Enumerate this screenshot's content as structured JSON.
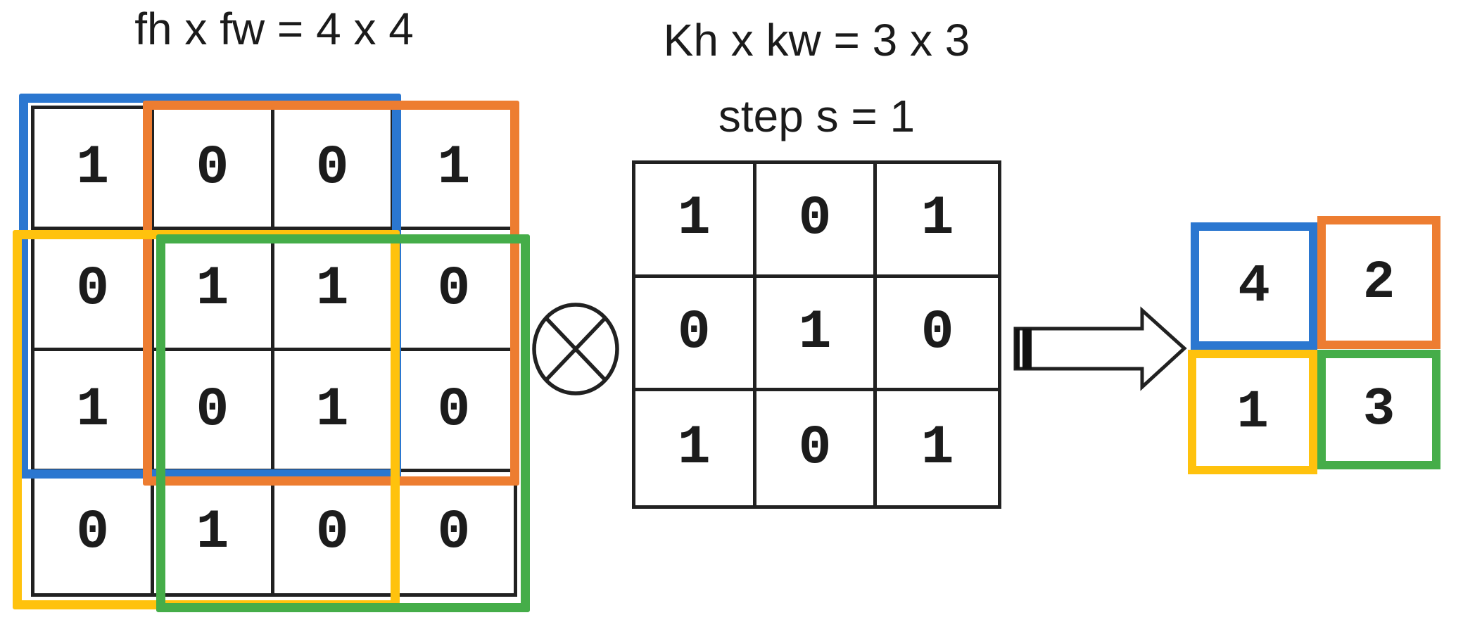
{
  "input_map": {
    "title": "fh x fw = 4 x 4",
    "rows": [
      [
        "1",
        "0",
        "0",
        "1"
      ],
      [
        "0",
        "1",
        "1",
        "0"
      ],
      [
        "1",
        "0",
        "1",
        "0"
      ],
      [
        "0",
        "1",
        "0",
        "0"
      ]
    ]
  },
  "operator": {
    "symbol": "⊗"
  },
  "kernel": {
    "title": "Kh x kw = 3 x 3",
    "subtitle": "step s = 1",
    "rows": [
      [
        "1",
        "0",
        "1"
      ],
      [
        "0",
        "1",
        "0"
      ],
      [
        "1",
        "0",
        "1"
      ]
    ]
  },
  "output_map": {
    "rows": [
      [
        "4",
        "2"
      ],
      [
        "1",
        "3"
      ]
    ],
    "cell_colors": [
      [
        "window_blue",
        "window_orange"
      ],
      [
        "window_yellow",
        "window_green"
      ]
    ]
  },
  "windows": [
    {
      "position": "top-left",
      "color_key": "window_blue"
    },
    {
      "position": "top-right",
      "color_key": "window_orange"
    },
    {
      "position": "bottom-left",
      "color_key": "window_yellow"
    },
    {
      "position": "bottom-right",
      "color_key": "window_green"
    }
  ],
  "colors": {
    "window_blue": "#2B77D0",
    "window_orange": "#ED7D31",
    "window_yellow": "#FFC20D",
    "window_green": "#45AD49",
    "grid_line": "#212121"
  }
}
